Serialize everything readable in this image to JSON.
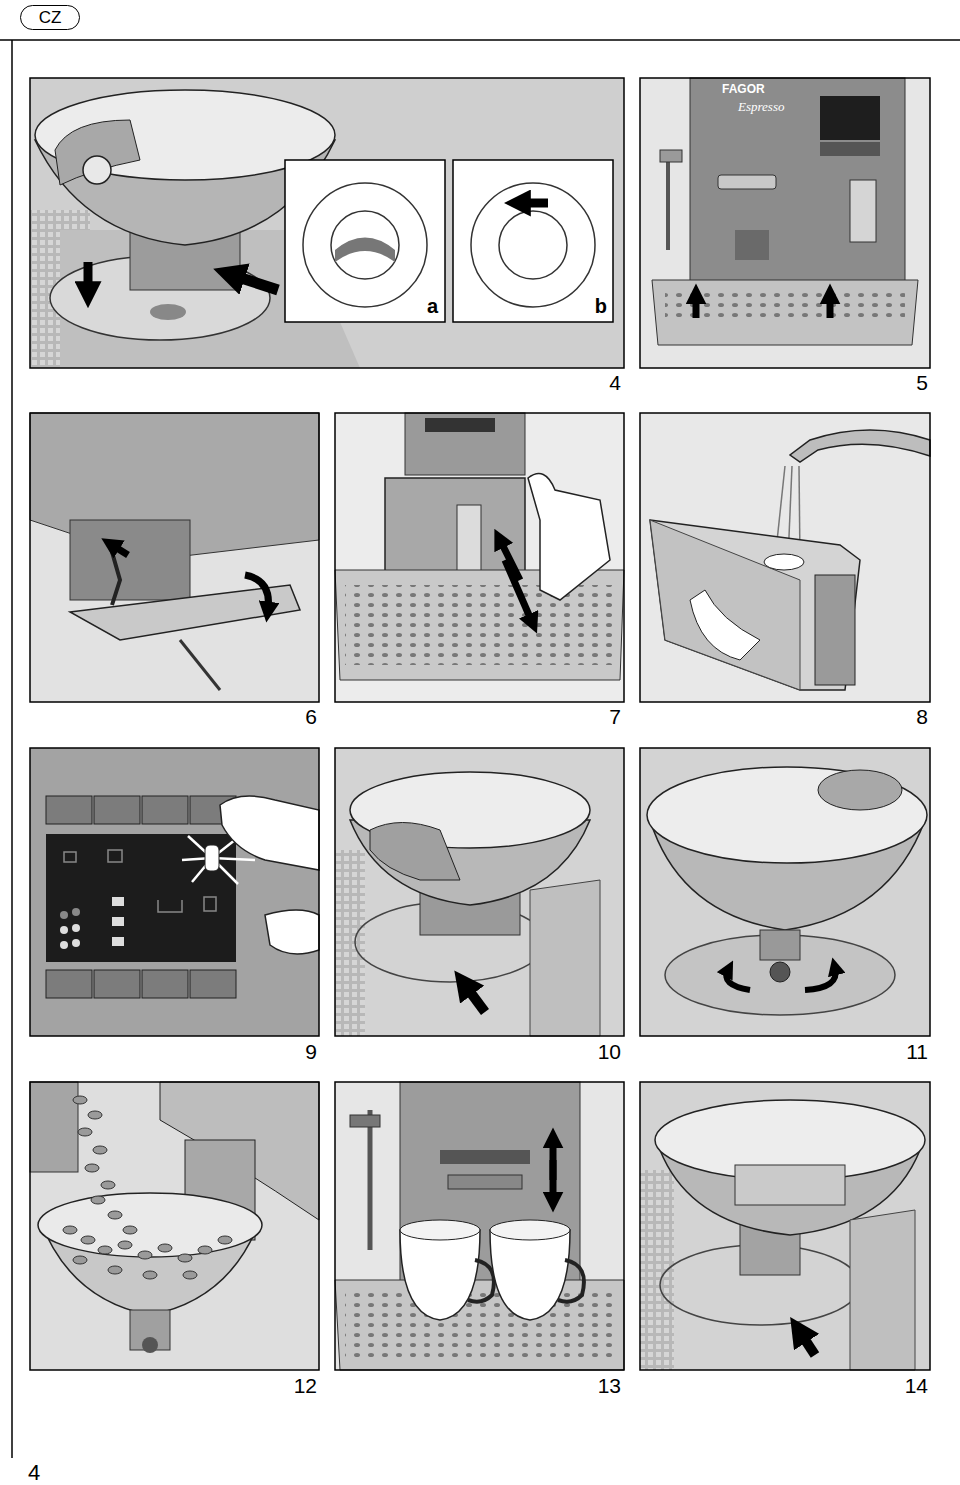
{
  "diagram": {
    "nodes": [
      {
        "text": [
          "CZ"
        ]
      }
    ],
    "labels": [
      "a",
      "b",
      "4",
      "5",
      "6",
      "7",
      "8",
      "9",
      "10",
      "11",
      "12",
      "13",
      "14",
      "FAGOR",
      "Espresso",
      "4"
    ]
  }
}
